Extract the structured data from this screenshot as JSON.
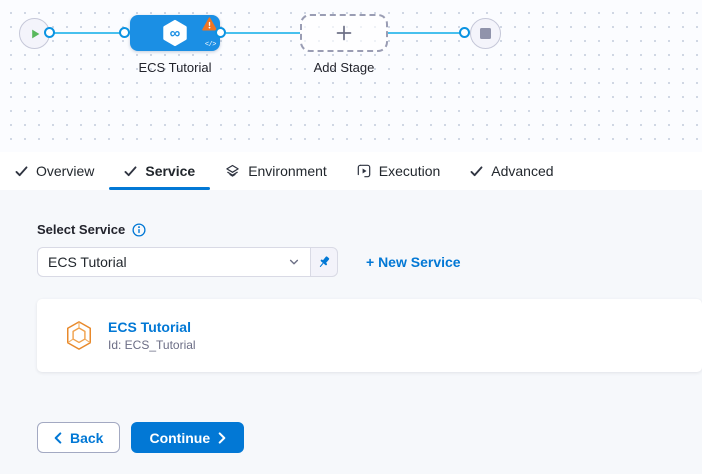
{
  "pipeline_canvas": {
    "stage_label": "ECS Tutorial",
    "add_stage_label": "Add Stage"
  },
  "tabs": [
    {
      "label": "Overview",
      "icon": "check-icon"
    },
    {
      "label": "Service",
      "icon": "check-icon",
      "active": true
    },
    {
      "label": "Environment",
      "icon": "layers-diamond-icon"
    },
    {
      "label": "Execution",
      "icon": "execution-play-icon"
    },
    {
      "label": "Advanced",
      "icon": "check-icon"
    }
  ],
  "service_panel": {
    "select_label": "Select Service",
    "selected_value": "ECS Tutorial",
    "new_service_label": "+ New Service",
    "card_title": "ECS Tutorial",
    "card_id": "Id: ECS_Tutorial"
  },
  "footer": {
    "back_label": "Back",
    "continue_label": "Continue"
  },
  "colors": {
    "accent_blue": "#0278d5",
    "node_blue": "#1b8fe4",
    "connector_blue": "#47c0ee",
    "warning_orange": "#ee7423",
    "start_green": "#59b85c",
    "service_icon_orange": "#e8892b",
    "content_background": "#f6f8fb"
  }
}
